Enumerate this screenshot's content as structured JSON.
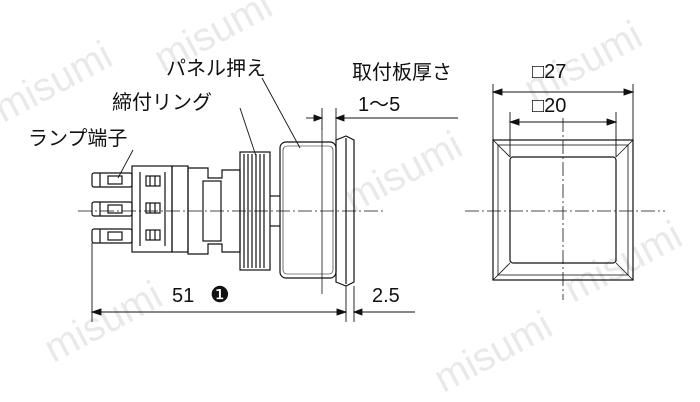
{
  "labels": {
    "panel_press": "パネル押え",
    "plate_thickness": "取付板厚さ",
    "tightening_ring": "締付リング",
    "lamp_terminal": "ランプ端子",
    "thickness_range": "1～5",
    "outer_size": "□27",
    "inner_size": "□20",
    "overall_length": "51",
    "note_marker": "❶",
    "flange_thickness": "2.5"
  },
  "watermark": "misumi",
  "colors": {
    "line": "#111111",
    "watermark": "#d8d8d8"
  }
}
